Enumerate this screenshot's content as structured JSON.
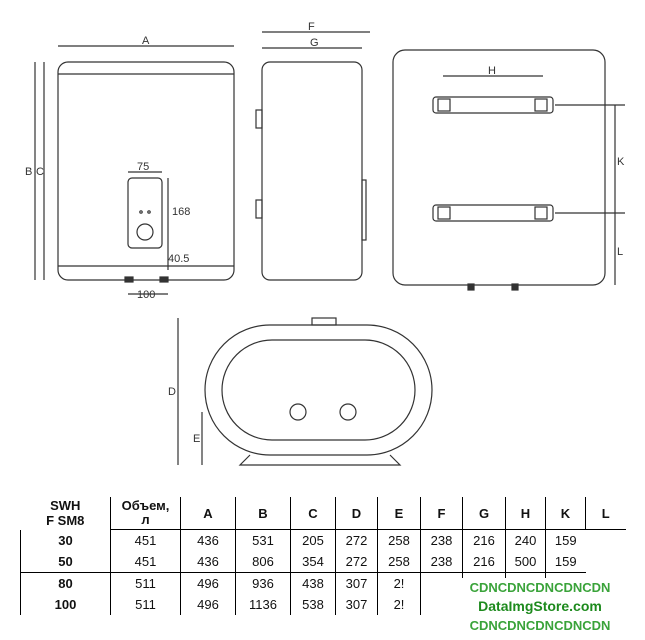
{
  "dimension_labels": {
    "A": "A",
    "B": "B",
    "C": "C",
    "F": "F",
    "G": "G",
    "H": "H",
    "K": "K",
    "L": "L",
    "D": "D",
    "E": "E",
    "panel_width": "75",
    "panel_height": "168",
    "panel_offset": "40.5",
    "pipe_spacing": "100"
  },
  "table": {
    "model": [
      "SWH",
      "F SM8"
    ],
    "headers": [
      "Объем,\nл",
      "A",
      "B",
      "C",
      "D",
      "E",
      "F",
      "G",
      "H",
      "K",
      "L"
    ],
    "rows": [
      [
        "30",
        "451",
        "436",
        "531",
        "205",
        "272",
        "258",
        "238",
        "216",
        "240",
        "159"
      ],
      [
        "50",
        "451",
        "436",
        "806",
        "354",
        "272",
        "258",
        "238",
        "216",
        "500",
        "159"
      ],
      [
        "80",
        "511",
        "496",
        "936",
        "438",
        "307",
        "2!",
        "",
        "",
        "",
        ""
      ],
      [
        "100",
        "511",
        "496",
        "1136",
        "538",
        "307",
        "2!",
        "",
        "",
        "",
        ""
      ]
    ]
  },
  "watermark": {
    "line1": "CDNCDNCDNCDNCDN",
    "line2": "DataImgStore.com",
    "line3": "CDNCDNCDNCDNCDN"
  }
}
